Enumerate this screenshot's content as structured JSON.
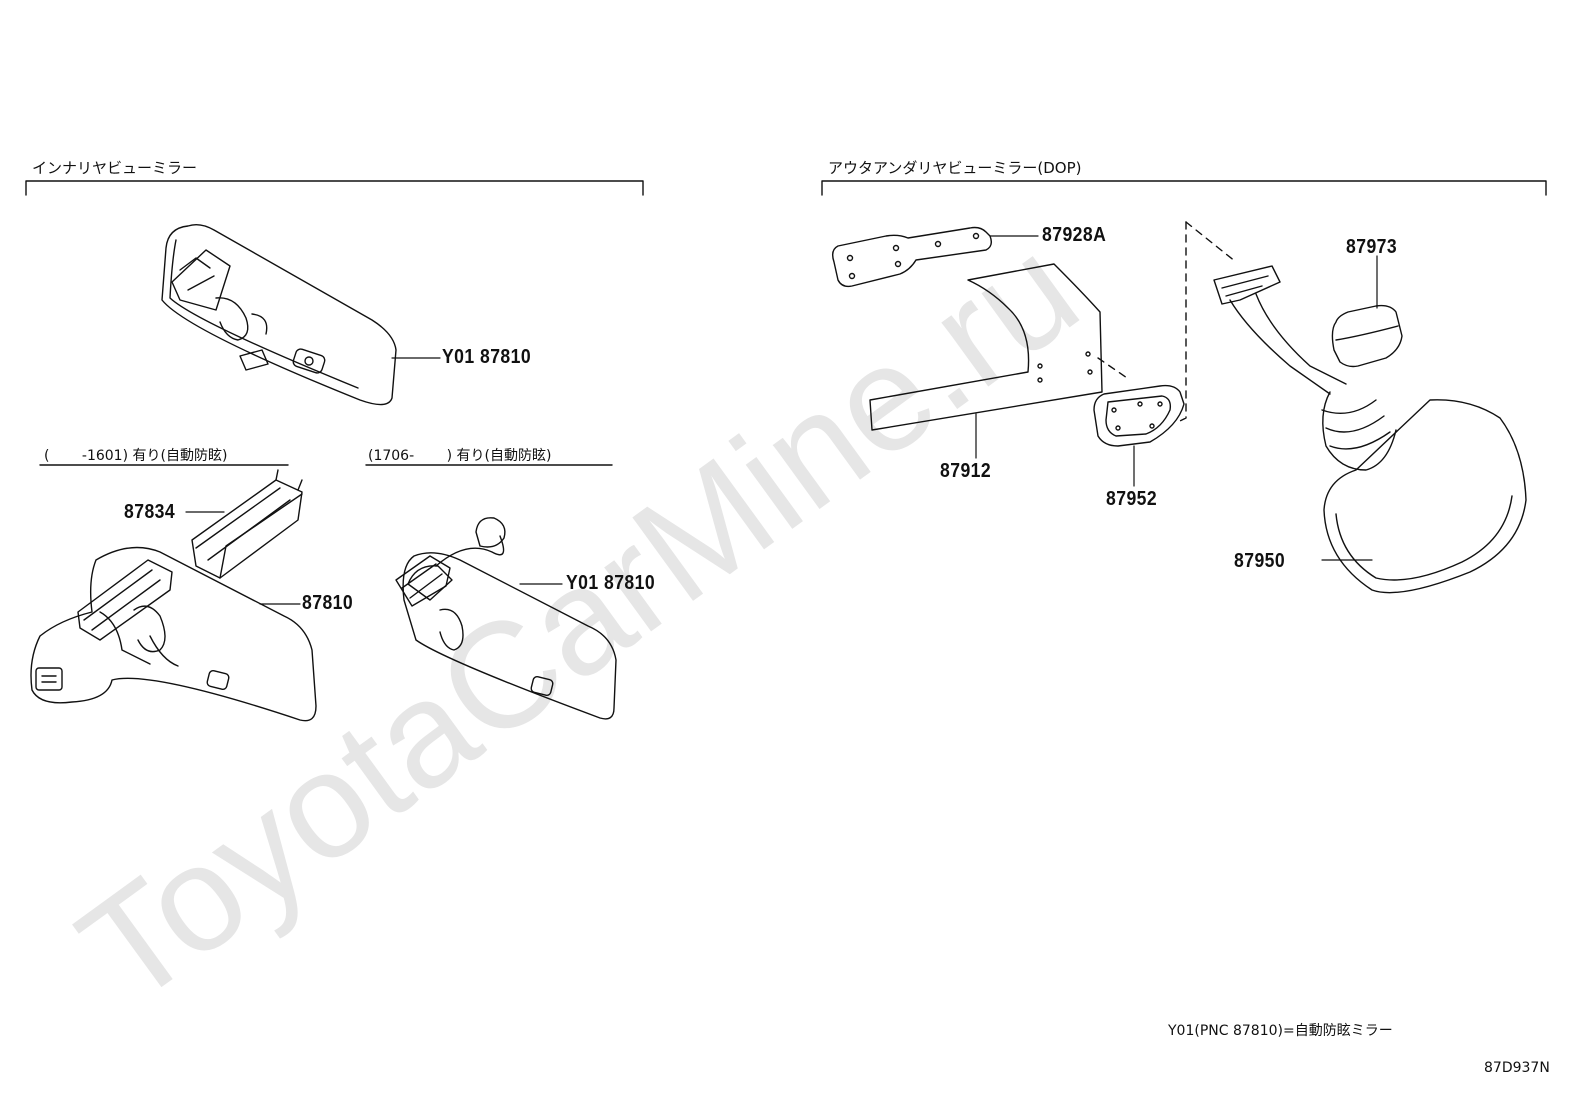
{
  "watermark": "ToyotaCarMine.ru",
  "sections": {
    "inner": {
      "title": "インナリヤビューミラー"
    },
    "outer": {
      "title": "アウタアンダリヤビューミラー(DOP)"
    }
  },
  "variants": {
    "early": "(　　 -1601) 有り(自動防眩)",
    "late": "(1706- 　　) 有り(自動防眩)"
  },
  "parts": {
    "p_y01_top": "Y01 87810",
    "p_87834": "87834",
    "p_87810": "87810",
    "p_y01_late": "Y01 87810",
    "p_87928a": "87928A",
    "p_87912": "87912",
    "p_87952": "87952",
    "p_87973": "87973",
    "p_87950": "87950"
  },
  "footnote": "Y01(PNC 87810)=自動防眩ミラー",
  "diagram_code": "87D937N",
  "colors": {
    "line": "#111111",
    "watermark": "#e6e6e6"
  }
}
